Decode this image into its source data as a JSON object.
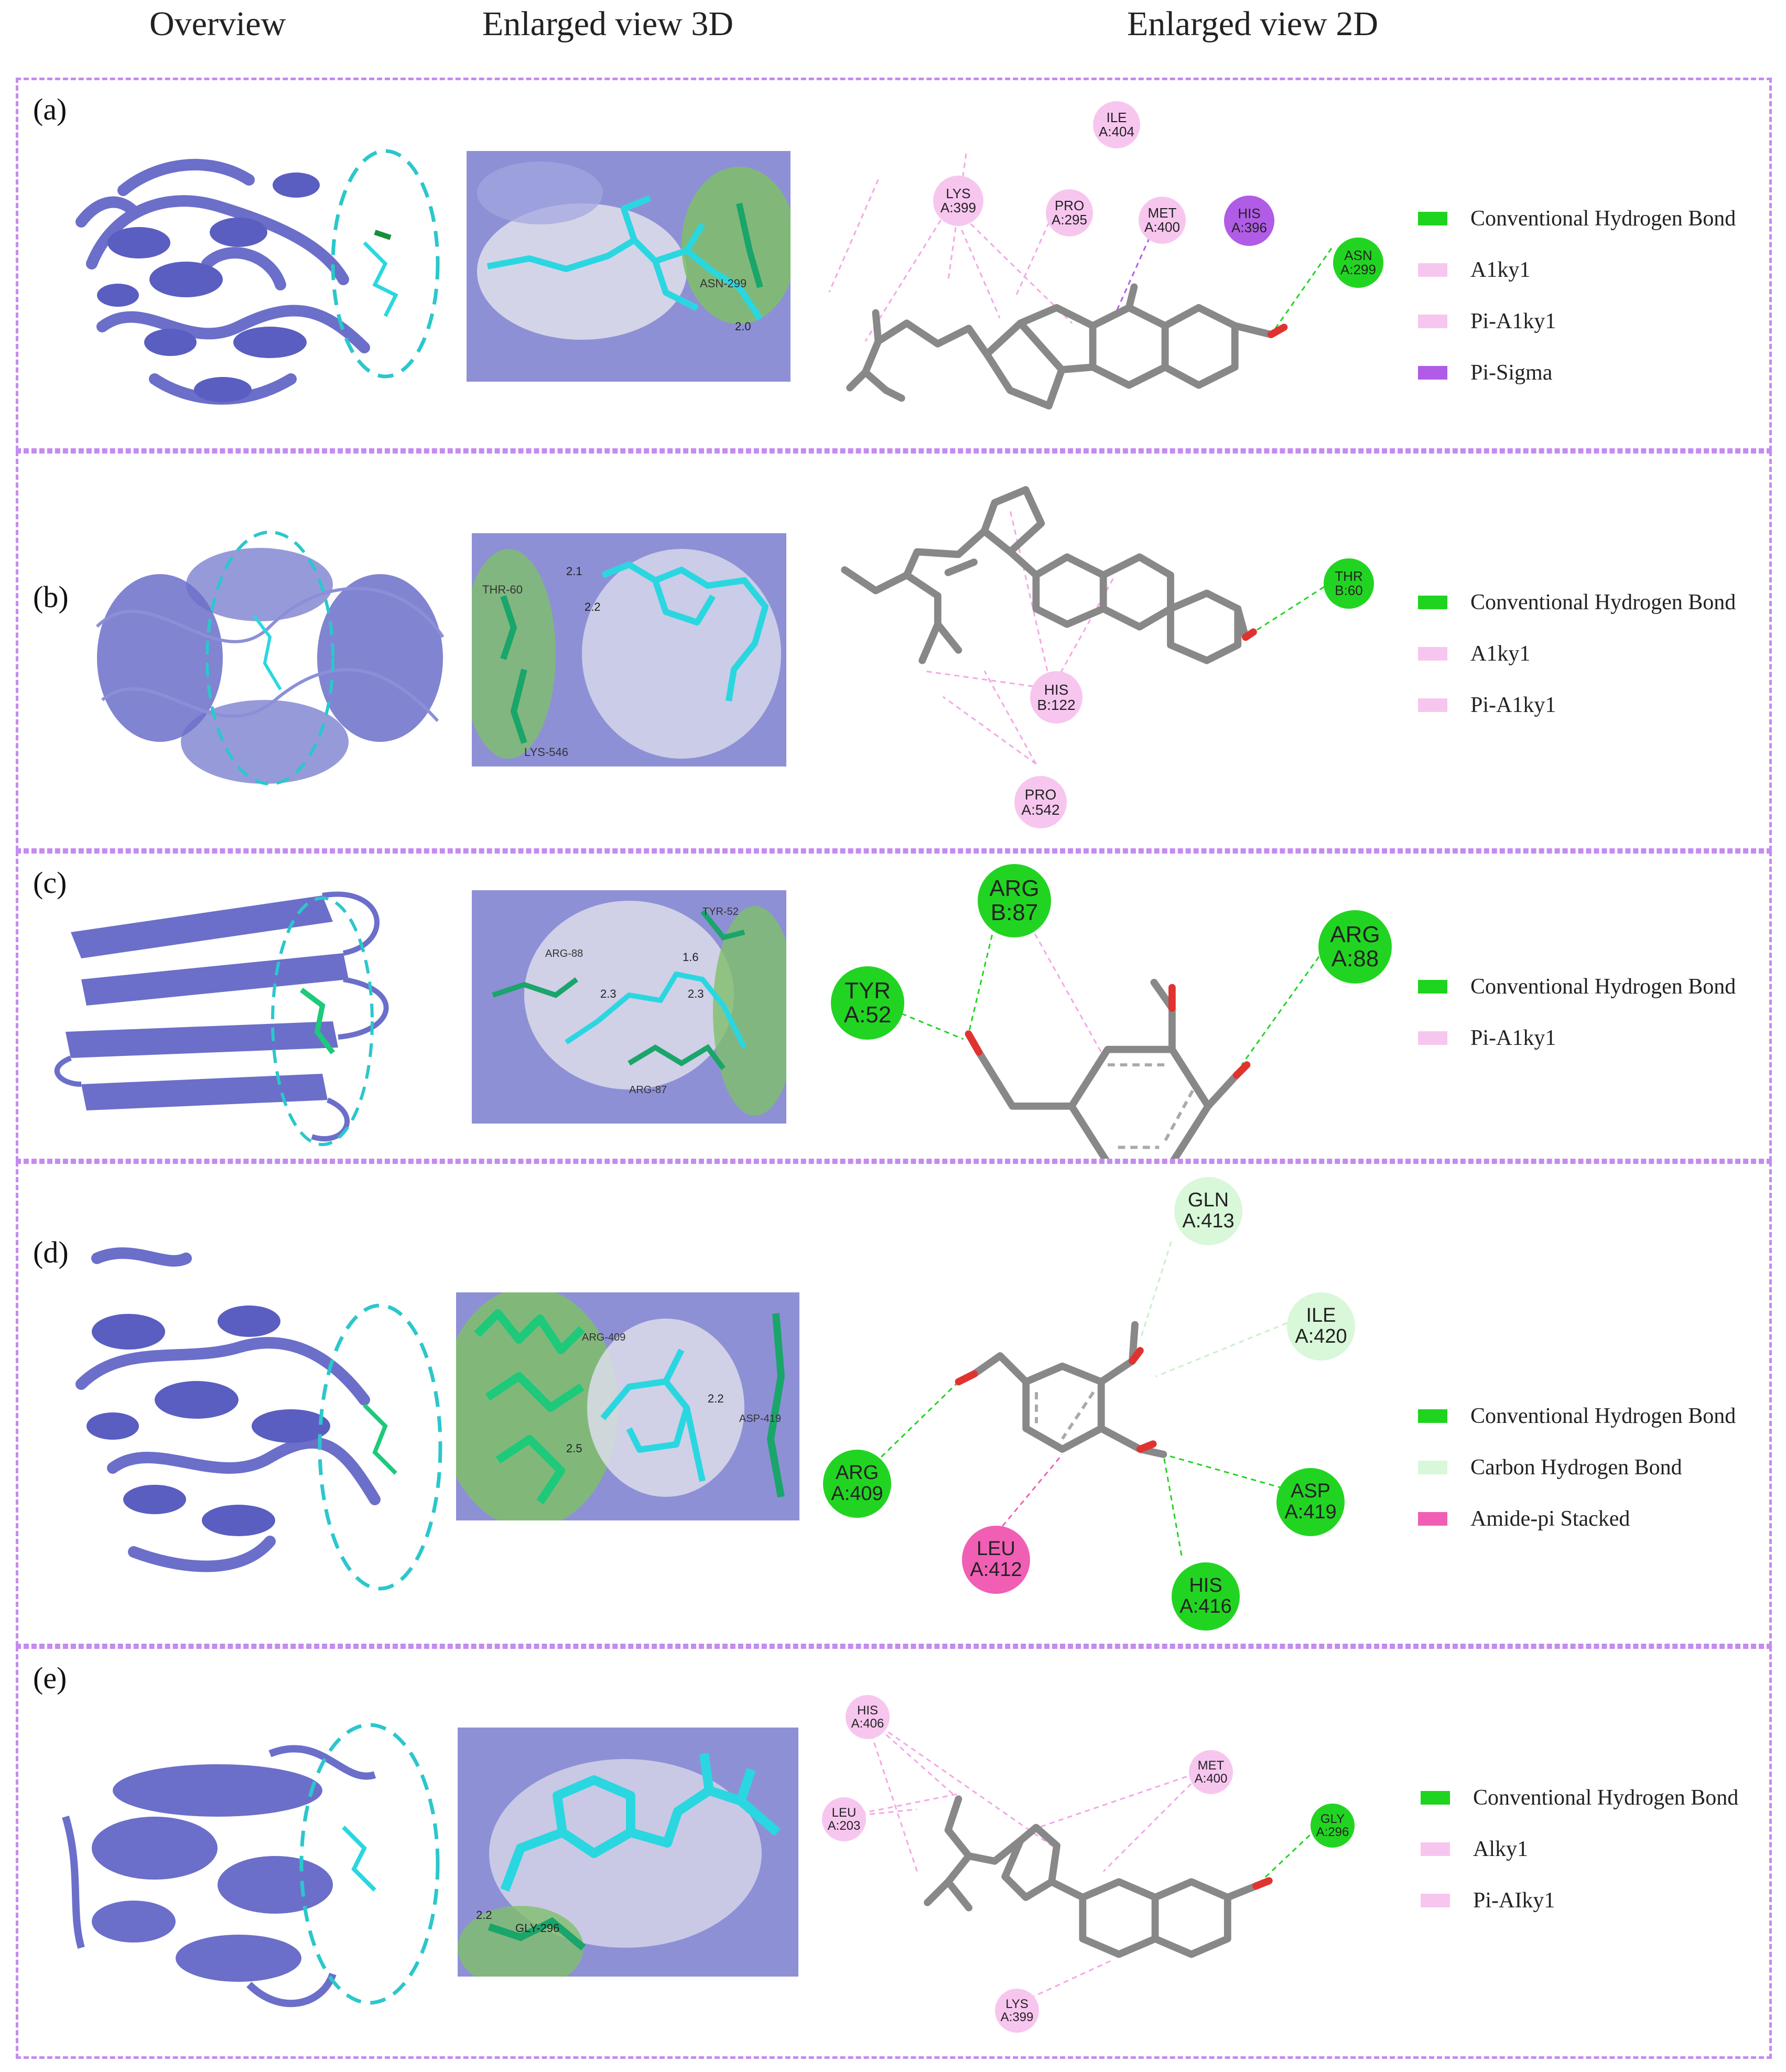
{
  "columns": {
    "overview": "Overview",
    "enlarged3d": "Enlarged view 3D",
    "enlarged2d": "Enlarged view 2D"
  },
  "colors": {
    "protein": "#6b6fc9",
    "ligand": "#2ad7e0",
    "highlight": "#1ec97a",
    "conventional_hbond": "#1fd41f",
    "carbon_hbond": "#d9f7d9",
    "alkyl": "#f7c6ef",
    "pi_sigma": "#b05ce6",
    "amide_pi": "#f05fb4",
    "border": "#c58bf0"
  },
  "legend_types": {
    "conventional": "Conventional Hydrogen Bond",
    "alkyl": "A1ky1",
    "pi_alkyl": "Pi-A1ky1",
    "pi_sigma": "Pi-Sigma",
    "carbon": "Carbon Hydrogen Bond",
    "amide": "Amide-pi Stacked",
    "alkyl_e": "Alky1",
    "pi_alkyl_e": "Pi-AIky1"
  },
  "panels": [
    {
      "label": "(a)",
      "residues3d": [
        "ASN-299"
      ],
      "distances": [
        "2.0"
      ],
      "residues2d": [
        {
          "name": "ILE",
          "id": "A:404"
        },
        {
          "name": "LYS",
          "id": "A:399"
        },
        {
          "name": "PRO",
          "id": "A:295"
        },
        {
          "name": "MET",
          "id": "A:400"
        },
        {
          "name": "HIS",
          "id": "A:396"
        },
        {
          "name": "ASN",
          "id": "A:299"
        }
      ],
      "legend": [
        "Conventional Hydrogen Bond",
        "A1ky1",
        "Pi-A1ky1",
        "Pi-Sigma"
      ]
    },
    {
      "label": "(b)",
      "residues3d": [
        "THR-60",
        "LYS-546"
      ],
      "distances": [
        "2.1",
        "2.2"
      ],
      "residues2d": [
        {
          "name": "THR",
          "id": "B:60"
        },
        {
          "name": "HIS",
          "id": "B:122"
        },
        {
          "name": "PRO",
          "id": "A:542"
        }
      ],
      "legend": [
        "Conventional Hydrogen Bond",
        "A1ky1",
        "Pi-A1ky1"
      ]
    },
    {
      "label": "(c)",
      "residues3d": [
        "TYR-52",
        "ARG-88",
        "ARG-87"
      ],
      "distances": [
        "1.6",
        "2.3",
        "2.3"
      ],
      "residues2d": [
        {
          "name": "ARG",
          "id": "B:87"
        },
        {
          "name": "ARG",
          "id": "A:88"
        },
        {
          "name": "TYR",
          "id": "A:52"
        }
      ],
      "legend": [
        "Conventional Hydrogen Bond",
        "Pi-A1ky1"
      ]
    },
    {
      "label": "(d)",
      "residues3d": [
        "ARG-409",
        "ASP-419"
      ],
      "distances": [
        "2.2",
        "2.5"
      ],
      "residues2d": [
        {
          "name": "GLN",
          "id": "A:413"
        },
        {
          "name": "ILE",
          "id": "A:420"
        },
        {
          "name": "ARG",
          "id": "A:409"
        },
        {
          "name": "ASP",
          "id": "A:419"
        },
        {
          "name": "LEU",
          "id": "A:412"
        },
        {
          "name": "HIS",
          "id": "A:416"
        }
      ],
      "legend": [
        "Conventional Hydrogen Bond",
        "Carbon Hydrogen Bond",
        "Amide-pi Stacked"
      ]
    },
    {
      "label": "(e)",
      "residues3d": [
        "GLY-296"
      ],
      "distances": [
        "2.2"
      ],
      "residues2d": [
        {
          "name": "HIS",
          "id": "A:406"
        },
        {
          "name": "LEU",
          "id": "A:203"
        },
        {
          "name": "MET",
          "id": "A:400"
        },
        {
          "name": "GLY",
          "id": "A:296"
        },
        {
          "name": "LYS",
          "id": "A:399"
        }
      ],
      "legend": [
        "Conventional Hydrogen Bond",
        "Alky1",
        "Pi-AIky1"
      ]
    }
  ]
}
